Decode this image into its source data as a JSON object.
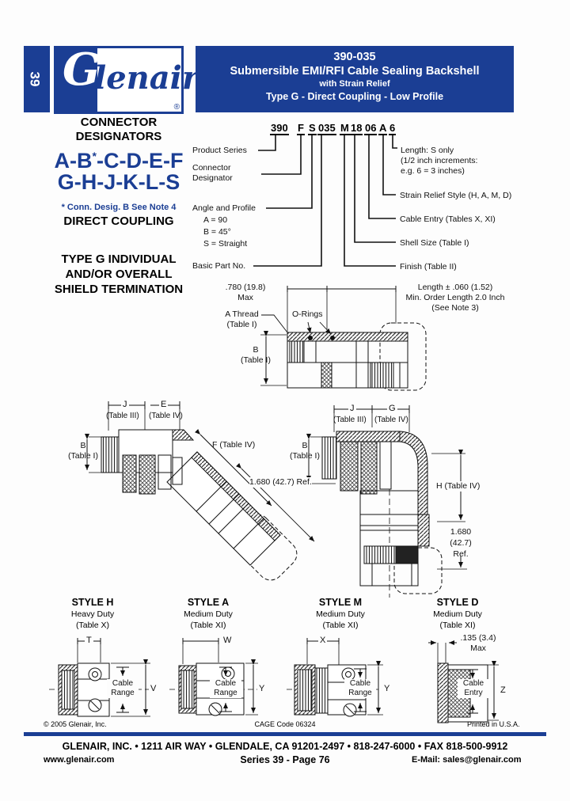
{
  "header": {
    "series_tab": "39",
    "logo_g": "G",
    "logo_rest": "lenair",
    "logo_reg": "®",
    "doc_number": "390-035",
    "title": "Submersible EMI/RFI Cable Sealing Backshell",
    "subtitle": "with Strain Relief",
    "type_line": "Type G - Direct Coupling - Low Profile"
  },
  "designators": {
    "heading": "CONNECTOR\nDESIGNATORS",
    "row1_pre": "A-B",
    "row1_sup": "*",
    "row1_post": "-C-D-E-F",
    "row2": "G-H-J-K-L-S",
    "note": "* Conn. Desig. B See Note 4",
    "coupling": "DIRECT COUPLING",
    "type_block": "TYPE G INDIVIDUAL\nAND/OR OVERALL\nSHIELD TERMINATION"
  },
  "part_number": {
    "codes": [
      "390",
      "F",
      "S",
      "035",
      "M",
      "18",
      "06",
      "A",
      "6"
    ],
    "left_labels": {
      "product_series": "Product Series",
      "connector_designator": "Connector\nDesignator",
      "angle_profile": "Angle and Profile",
      "angle_options": "A = 90\nB = 45°\nS = Straight",
      "basic_part": "Basic Part No."
    },
    "right_labels": {
      "length": "Length: S only\n(1/2 inch increments:\ne.g. 6 = 3 inches)",
      "strain_relief": "Strain Relief Style (H, A, M, D)",
      "cable_entry": "Cable Entry (Tables X, XI)",
      "shell_size": "Shell Size (Table I)",
      "finish": "Finish (Table II)"
    }
  },
  "straight_view": {
    "dim_780": ".780 (19.8)\nMax",
    "length_note": "Length ± .060 (1.52)\nMin. Order Length 2.0 Inch\n(See Note 3)",
    "a_thread": "A Thread\n(Table I)",
    "o_rings": "O-Rings",
    "dim_b": "B\n(Table I)"
  },
  "elbow45_view": {
    "dim_j": "J",
    "dim_j_table": "(Table III)",
    "dim_e": "E",
    "dim_e_table": "(Table IV)",
    "dim_b": "B\n(Table I)",
    "dim_f": "F (Table IV)",
    "ref_length": "1.680 (42.7) Ref."
  },
  "elbow90_view": {
    "dim_j": "J",
    "dim_j_table": "(Table III)",
    "dim_g": "G",
    "dim_g_table": "(Table IV)",
    "dim_b": "B\n(Table I)",
    "dim_h": "H (Table IV)",
    "ref_length": "1.680\n(42.7)\nRef."
  },
  "styles": [
    {
      "name": "STYLE H",
      "duty": "Heavy Duty",
      "table": "(Table X)",
      "dim_top": "T",
      "dim_right": "V",
      "dim_center": "Cable\nRange"
    },
    {
      "name": "STYLE A",
      "duty": "Medium Duty",
      "table": "(Table XI)",
      "dim_top": "W",
      "dim_right": "Y",
      "dim_center": "Cable\nRange"
    },
    {
      "name": "STYLE M",
      "duty": "Medium Duty",
      "table": "(Table XI)",
      "dim_top": "X",
      "dim_right": "Y",
      "dim_center": "Cable\nRange"
    },
    {
      "name": "STYLE D",
      "duty": "Medium Duty",
      "table": "(Table XI)",
      "dim_top": ".135 (3.4)\nMax",
      "dim_right": "Z",
      "dim_center": "Cable\nEntry"
    }
  ],
  "footer": {
    "copyright": "© 2005 Glenair, Inc.",
    "cage": "CAGE Code 06324",
    "printed": "Printed in U.S.A.",
    "address": "GLENAIR, INC.  •  1211 AIR WAY  •  GLENDALE, CA 91201-2497  •  818-247-6000  •  FAX 818-500-9912",
    "web": "www.glenair.com",
    "series_page": "Series 39 - Page 76",
    "email": "E-Mail: sales@glenair.com"
  }
}
